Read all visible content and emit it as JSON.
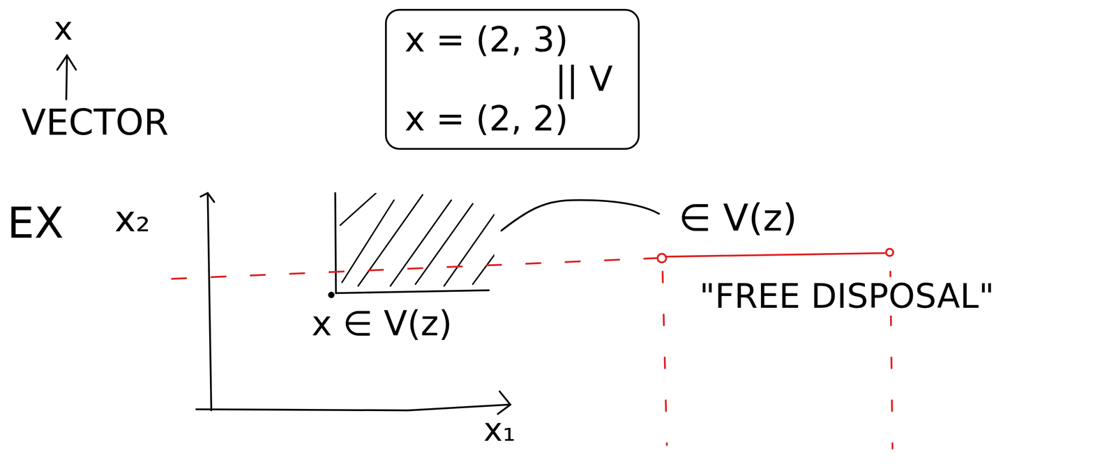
{
  "diagram": {
    "nodes": [
      {
        "text": [
          "x = (2, 3)",
          "|| V",
          "x = (2, 2)"
        ]
      }
    ],
    "labels": [
      "x",
      "VECTOR",
      "EX",
      "x₂",
      "x₁",
      "x ∈ V(z)",
      "∈ V(z)",
      "\"FREE DISPOSAL\""
    ]
  }
}
